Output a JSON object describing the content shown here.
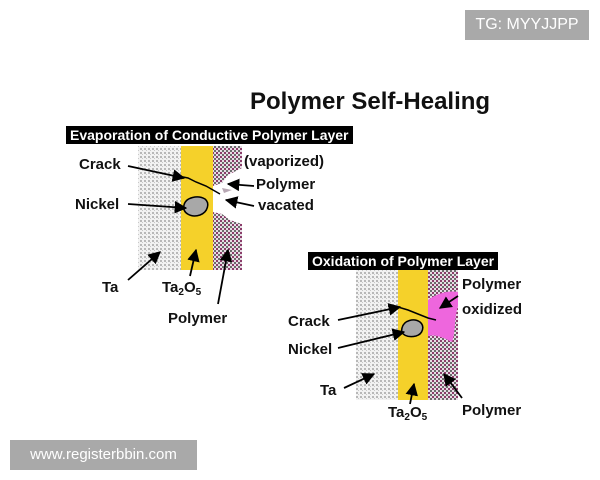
{
  "watermarks": {
    "top_right": "TG: MYYJJPP",
    "bottom_left": "www.registerbbin.com"
  },
  "title": "Polymer Self-Healing",
  "panel1": {
    "header": "Evaporation of Conductive Polymer Layer",
    "labels": {
      "crack": "Crack",
      "nickel": "Nickel",
      "ta": "Ta",
      "ta2o5_main": "Ta",
      "ta2o5_sub1": "2",
      "ta2o5_mid": "O",
      "ta2o5_sub2": "5",
      "polymer": "Polymer",
      "vaporized": "(vaporized)",
      "polymer_vacated_1": "Polymer",
      "vacated": "vacated"
    }
  },
  "panel2": {
    "header": "Oxidation of  Polymer Layer",
    "labels": {
      "polymer_oxidized_1": "Polymer",
      "oxidized": "oxidized",
      "crack": "Crack",
      "nickel": "Nickel",
      "ta": "Ta",
      "ta2o5_main": "Ta",
      "ta2o5_sub1": "2",
      "ta2o5_mid": "O",
      "ta2o5_sub2": "5",
      "polymer": "Polymer"
    }
  },
  "colors": {
    "ta2o5_layer": "#f5d12a",
    "ta_layer": "#d8d8d8",
    "polymer_layer": "#b06a8e",
    "oxidized_polymer": "#ee66dd",
    "nickel": "#a8a8a8",
    "header_bg": "#000000"
  }
}
